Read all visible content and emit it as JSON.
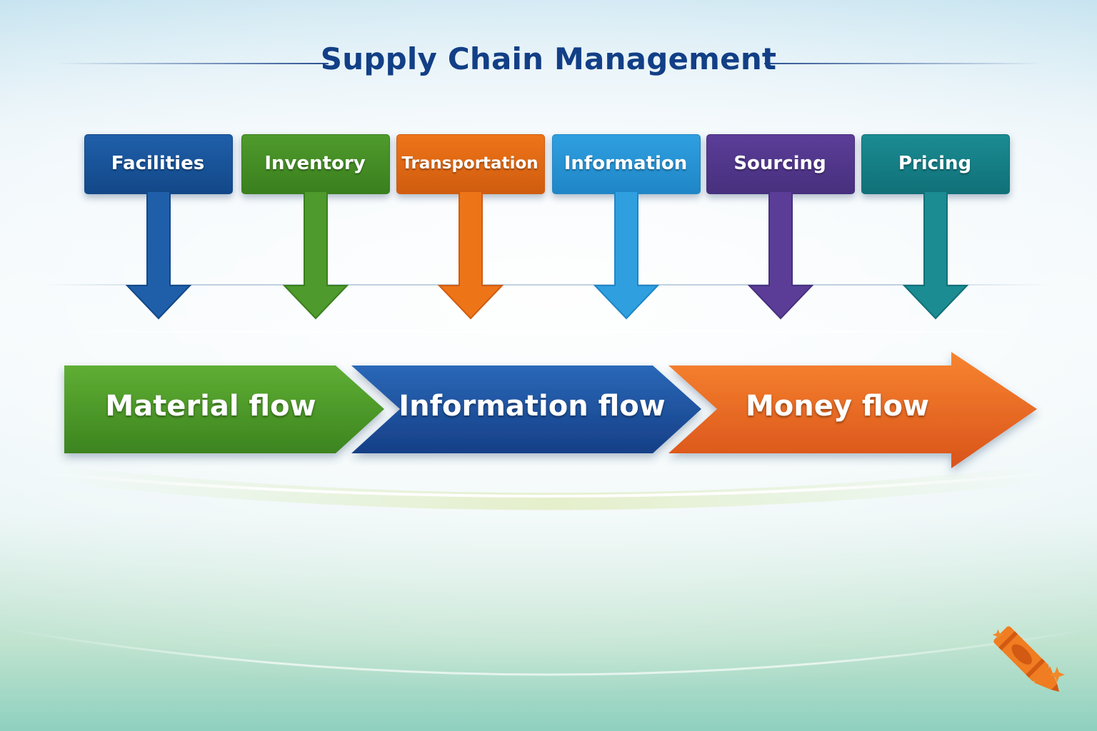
{
  "title": "Supply Chain Management",
  "drivers": [
    {
      "label": "Facilities",
      "color": "#1f5faa",
      "dark": "#124888"
    },
    {
      "label": "Inventory",
      "color": "#4f9a2c",
      "dark": "#3a7f1e"
    },
    {
      "label": "Transportation",
      "color": "#ee7418",
      "dark": "#cf5c0f"
    },
    {
      "label": "Information",
      "color": "#2f9fe0",
      "dark": "#1f86c6"
    },
    {
      "label": "Sourcing",
      "color": "#5b3d98",
      "dark": "#47307d"
    },
    {
      "label": "Pricing",
      "color": "#1a8c92",
      "dark": "#117078"
    }
  ],
  "flows": [
    {
      "label": "Material flow",
      "color": "#4a9a2a",
      "dark": "#357a1b"
    },
    {
      "label": "Information flow",
      "color": "#1f56a6",
      "dark": "#133f82"
    },
    {
      "label": "Money flow",
      "color": "#ee6a1c",
      "dark": "#cc4f10"
    }
  ],
  "logo_icon": "crayon-icon"
}
